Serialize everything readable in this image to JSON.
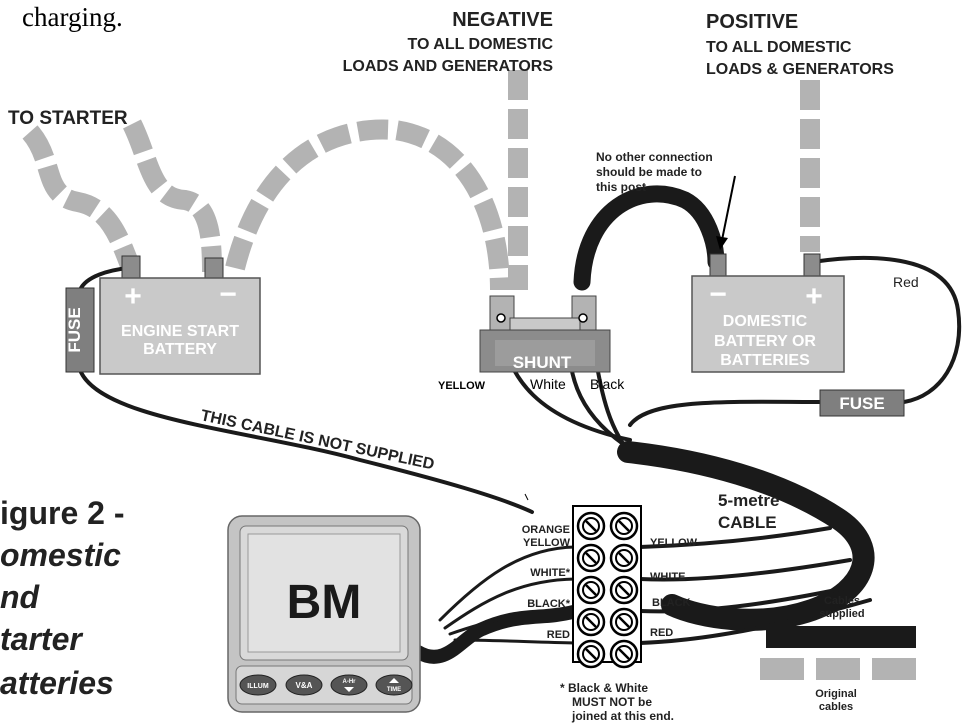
{
  "header_fragment": "charging.",
  "labels": {
    "to_starter": "TO STARTER",
    "negative_title": "NEGATIVE",
    "negative_sub1": "TO ALL DOMESTIC",
    "negative_sub2": "LOADS AND GENERATORS",
    "positive_title": "POSITIVE",
    "positive_sub1": "TO ALL DOMESTIC",
    "positive_sub2": "LOADS & GENERATORS",
    "note_line1": "No other connection",
    "note_line2": "should be made to",
    "note_line3": "this post",
    "red": "Red",
    "fuse_left": "FUSE",
    "fuse_right": "FUSE",
    "plus": "+",
    "minus": "−",
    "engine_line1": "ENGINE START",
    "engine_line2": "BATTERY",
    "domestic_line1": "DOMESTIC",
    "domestic_line2": "BATTERY OR",
    "domestic_line3": "BATTERIES",
    "shunt": "SHUNT",
    "yellow": "YELLOW",
    "white": "White",
    "black": "Black",
    "cable_not_supplied": "THIS CABLE IS NOT SUPPLIED",
    "five_metre_1": "5-metre",
    "five_metre_2": "CABLE",
    "monitor": "BM",
    "btn_illum": "ILLUM",
    "btn_va": "V&A",
    "btn_ahr": "A-Hr",
    "btn_time": "TIME",
    "term_left": [
      "ORANGE",
      "YELLOW",
      "WHITE*",
      "BLACK*",
      "RED"
    ],
    "term_right": [
      "YELLOW",
      "WHITE",
      "BLACK",
      "RED"
    ],
    "footnote1": "* Black & White",
    "footnote2": "MUST NOT be",
    "footnote3": "joined at this end.",
    "legend_supplied1": "Cables",
    "legend_supplied2": "supplied",
    "legend_original1": "Original",
    "legend_original2": "cables",
    "figure_line1": "igure 2 -",
    "figure_line2": "omestic",
    "figure_line3": "nd",
    "figure_line4": "tarter",
    "figure_line5": "atteries"
  },
  "colors": {
    "battery_fill": "#c9c9c9",
    "original_cable": "#b3b3b3",
    "supplied_cable": "#1a1a1a",
    "fuse_fill": "#7f7f7f",
    "shunt_fill": "#8c8c8c"
  }
}
